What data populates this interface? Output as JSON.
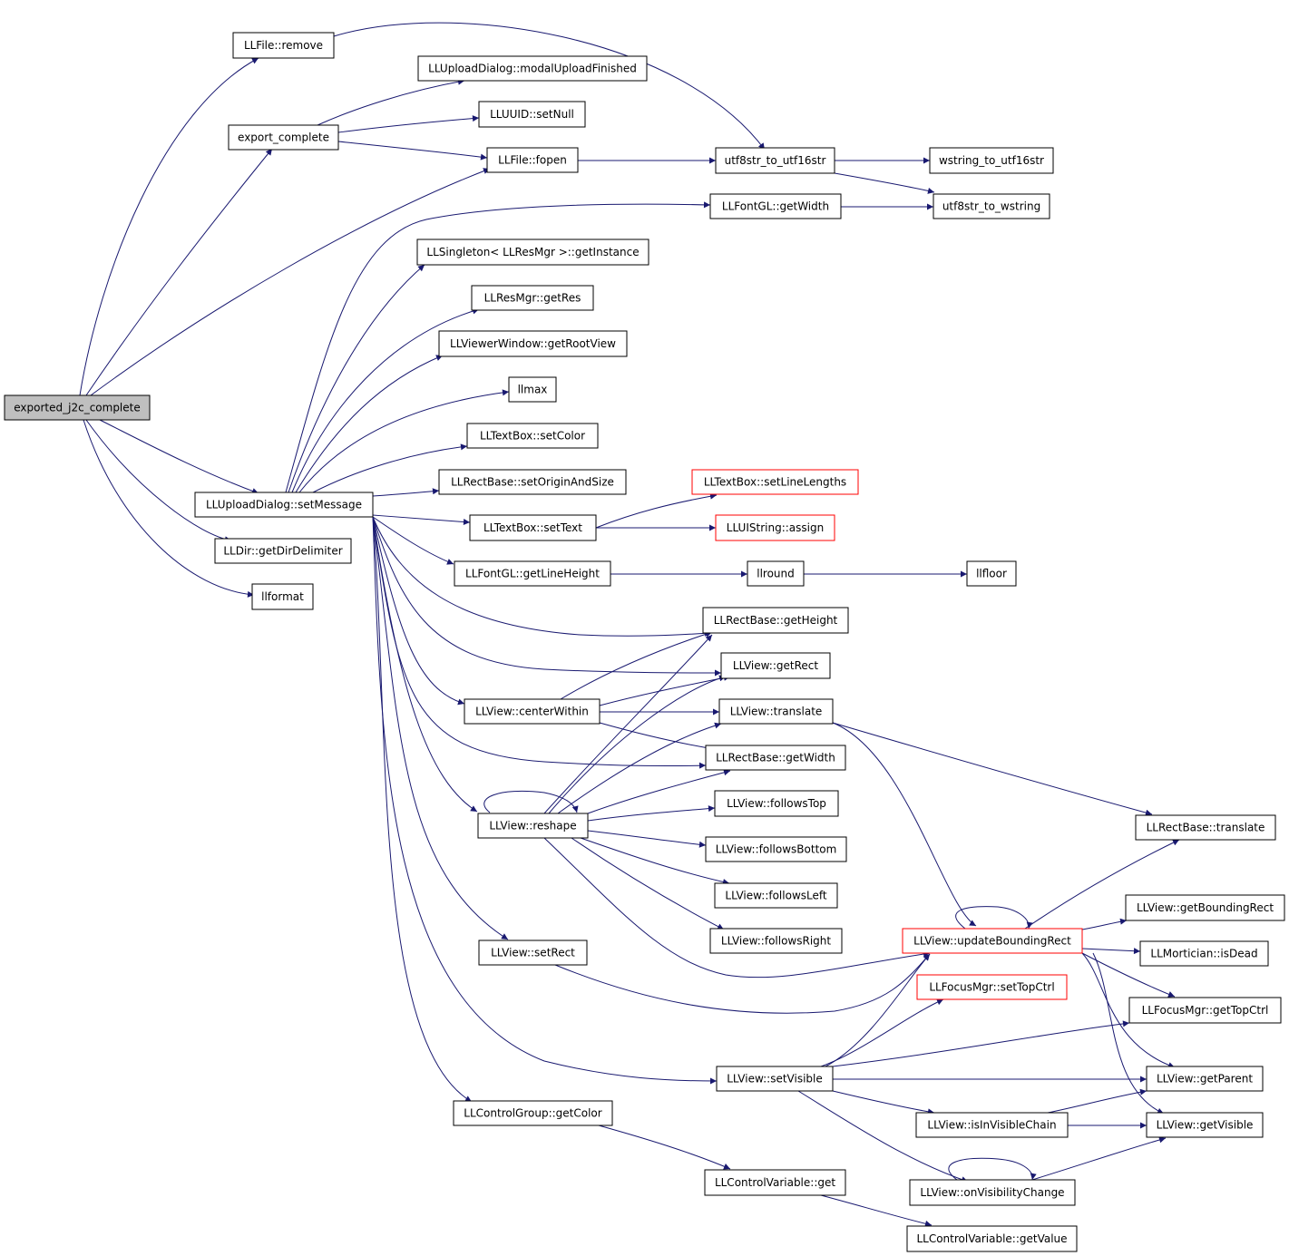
{
  "colors": {
    "edge": "#191970",
    "root_fill": "#bfbfbf",
    "red_border": "#ff0000",
    "node_border": "#000000"
  },
  "nodes": {
    "root": "exported_j2c_complete",
    "remove": "LLFile::remove",
    "modal": "LLUploadDialog::modalUploadFinished",
    "export": "export_complete",
    "uuid": "LLUUID::setNull",
    "fopen": "LLFile::fopen",
    "u8u16": "utf8str_to_utf16str",
    "ws16": "wstring_to_utf16str",
    "fgw": "LLFontGL::getWidth",
    "u8ws": "utf8str_to_wstring",
    "single": "LLSingleton< LLResMgr >::getInstance",
    "getres": "LLResMgr::getRes",
    "rootview": "LLViewerWindow::getRootView",
    "llmax": "llmax",
    "tbcolor": "LLTextBox::setColor",
    "setmsg": "LLUploadDialog::setMessage",
    "origin": "LLRectBase::setOriginAndSize",
    "linelen": "LLTextBox::setLineLengths",
    "settext": "LLTextBox::setText",
    "assign": "LLUIString::assign",
    "dirdelim": "LLDir::getDirDelimiter",
    "flh": "LLFontGL::getLineHeight",
    "llround": "llround",
    "llfloor": "llfloor",
    "llformat": "llformat",
    "rbgh": "LLRectBase::getHeight",
    "getrect": "LLView::getRect",
    "center": "LLView::centerWithin",
    "translate": "LLView::translate",
    "rbgw": "LLRectBase::getWidth",
    "ftop": "LLView::followsTop",
    "reshape": "LLView::reshape",
    "rbtrans": "LLRectBase::translate",
    "fbottom": "LLView::followsBottom",
    "fleft": "LLView::followsLeft",
    "gbr": "LLView::getBoundingRect",
    "fright": "LLView::followsRight",
    "ubr": "LLView::updateBoundingRect",
    "setrect": "LLView::setRect",
    "dead": "LLMortician::isDead",
    "settop": "LLFocusMgr::setTopCtrl",
    "gettop": "LLFocusMgr::getTopCtrl",
    "setvis": "LLView::setVisible",
    "parent": "LLView::getParent",
    "cgcolor": "LLControlGroup::getColor",
    "invis": "LLView::isInVisibleChain",
    "getvis": "LLView::getVisible",
    "cvget": "LLControlVariable::get",
    "onvis": "LLView::onVisibilityChange",
    "cvval": "LLControlVariable::getValue"
  }
}
